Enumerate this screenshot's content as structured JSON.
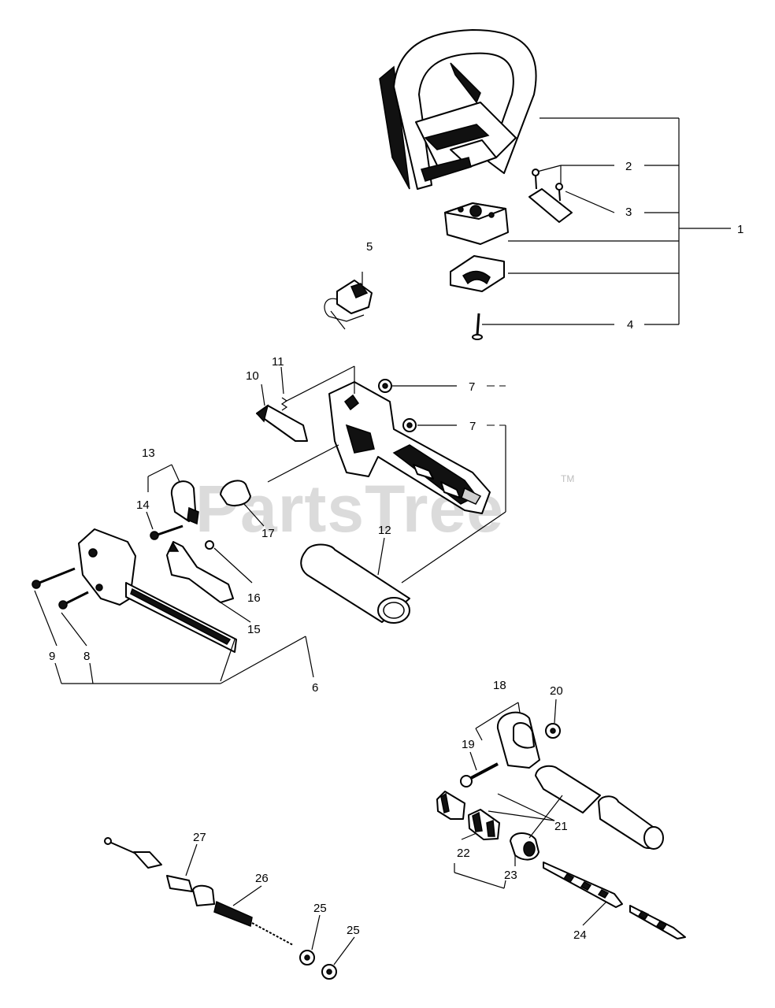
{
  "watermark": {
    "brand": "PartsTree",
    "trademark": "TM"
  },
  "callouts": {
    "c1": "1",
    "c2": "2",
    "c3": "3",
    "c4": "4",
    "c5": "5",
    "c6": "6",
    "c7a": "7",
    "c7b": "7",
    "c8": "8",
    "c9": "9",
    "c10": "10",
    "c11": "11",
    "c12": "12",
    "c13": "13",
    "c14": "14",
    "c15": "15",
    "c16": "16",
    "c17": "17",
    "c18": "18",
    "c19": "19",
    "c20": "20",
    "c21": "21",
    "c22": "22",
    "c23": "23",
    "c24": "24",
    "c25a": "25",
    "c25b": "25",
    "c26": "26",
    "c27": "27"
  }
}
